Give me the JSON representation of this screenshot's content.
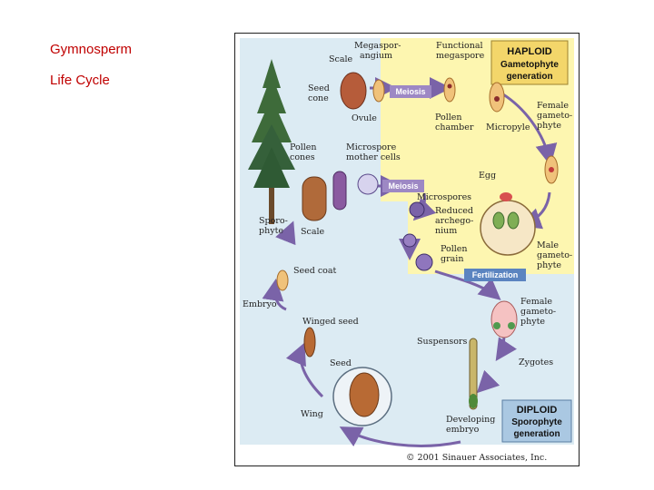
{
  "slide": {
    "title_line1": "Gymnosperm",
    "title_line2": "Life Cycle"
  },
  "figure": {
    "haploid_box": {
      "line1": "HAPLOID",
      "line2": "Gametophyte",
      "line3": "generation"
    },
    "diploid_box": {
      "line1": "DIPLOID",
      "line2": "Sporophyte",
      "line3": "generation"
    },
    "tags": {
      "meiosis_top": "Meiosis",
      "meiosis_mid": "Meiosis",
      "fertilization": "Fertilization"
    },
    "labels": {
      "megasporangium_1": "Megaspor-",
      "megasporangium_2": "angium",
      "scale_top": "Scale",
      "functional_megaspore_1": "Functional",
      "functional_megaspore_2": "megaspore",
      "seed_cone_1": "Seed",
      "seed_cone_2": "cone",
      "ovule": "Ovule",
      "pollen_chamber_1": "Pollen",
      "pollen_chamber_2": "chamber",
      "micropyle": "Micropyle",
      "female_gametophyte_top_1": "Female",
      "female_gametophyte_top_2": "gameto-",
      "female_gametophyte_top_3": "phyte",
      "pollen_cones_1": "Pollen",
      "pollen_cones_2": "cones",
      "microspore_mother_cells_1": "Microspore",
      "microspore_mother_cells_2": "mother cells",
      "egg": "Egg",
      "microspores": "Microspores",
      "reduced_archegonium_1": "Reduced",
      "reduced_archegonium_2": "archego-",
      "reduced_archegonium_3": "nium",
      "sporophyte_1": "Sporo-",
      "sporophyte_2": "phyte",
      "scale_mid": "Scale",
      "pollen_grain_1": "Pollen",
      "pollen_grain_2": "grain",
      "male_gametophyte_1": "Male",
      "male_gametophyte_2": "gameto-",
      "male_gametophyte_3": "phyte",
      "seed_coat": "Seed coat",
      "embryo": "Embryo",
      "female_gametophyte_low_1": "Female",
      "female_gametophyte_low_2": "gameto-",
      "female_gametophyte_low_3": "phyte",
      "winged_seed": "Winged seed",
      "suspensors": "Suspensors",
      "seed": "Seed",
      "zygotes": "Zygotes",
      "wing": "Wing",
      "developing_embryo_1": "Developing",
      "developing_embryo_2": "embryo"
    },
    "copyright": "© 2001 Sinauer Associates, Inc."
  },
  "colors": {
    "haploid_bg": "#fdf6b0",
    "diploid_bg": "#dcebf3",
    "haploid_box": "#f3d66a",
    "diploid_box": "#aac8e2",
    "tag_purple": "#9d88c4",
    "tag_blue": "#5b84c0",
    "arrow": "#7a63a8",
    "tree": "#3e6b3a"
  }
}
